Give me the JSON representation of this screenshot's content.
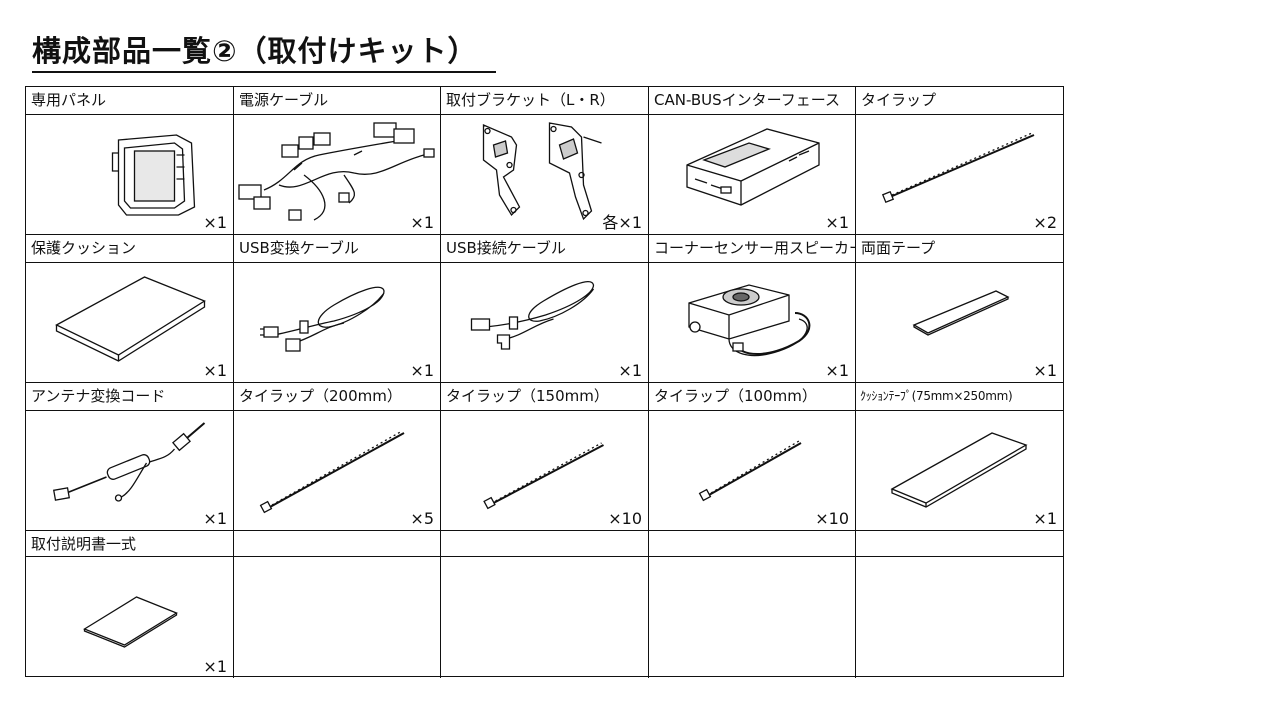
{
  "title": "構成部品一覧②（取付けキット）",
  "rows": [
    [
      {
        "label": "専用パネル",
        "qty": "×1",
        "icon": "panel-icon"
      },
      {
        "label": "電源ケーブル",
        "qty": "×1",
        "icon": "power-cable-icon"
      },
      {
        "label": "取付ブラケット（L・R）",
        "qty": "各×1",
        "icon": "bracket-icon"
      },
      {
        "label": "CAN-BUSインターフェース",
        "qty": "×1",
        "icon": "can-bus-interface-icon"
      },
      {
        "label": "タイラップ",
        "qty": "×2",
        "icon": "cable-tie-icon"
      }
    ],
    [
      {
        "label": "保護クッション",
        "qty": "×1",
        "icon": "cushion-pad-icon"
      },
      {
        "label": "USB変換ケーブル",
        "qty": "×1",
        "icon": "usb-cable-icon"
      },
      {
        "label": "USB接続ケーブル",
        "qty": "×1",
        "icon": "usb-cable-icon"
      },
      {
        "label": "コーナーセンサー用スピーカー",
        "qty": "×1",
        "icon": "speaker-icon"
      },
      {
        "label": "両面テープ",
        "qty": "×1",
        "icon": "tape-icon"
      }
    ],
    [
      {
        "label": "アンテナ変換コード",
        "qty": "×1",
        "icon": "antenna-cord-icon"
      },
      {
        "label": "タイラップ（200mm）",
        "qty": "×5",
        "icon": "cable-tie-icon"
      },
      {
        "label": "タイラップ（150mm）",
        "qty": "×10",
        "icon": "cable-tie-icon"
      },
      {
        "label": "タイラップ（100mm）",
        "qty": "×10",
        "icon": "cable-tie-icon"
      },
      {
        "label": "ｸｯｼｮﾝﾃｰﾌﾟ(75mm×250mm)",
        "qty": "×1",
        "icon": "cushion-tape-icon"
      }
    ],
    [
      {
        "label": "取付説明書一式",
        "qty": "×1",
        "icon": "manual-icon"
      },
      {
        "label": "",
        "qty": "",
        "icon": ""
      },
      {
        "label": "",
        "qty": "",
        "icon": ""
      },
      {
        "label": "",
        "qty": "",
        "icon": ""
      },
      {
        "label": "",
        "qty": "",
        "icon": ""
      }
    ]
  ]
}
